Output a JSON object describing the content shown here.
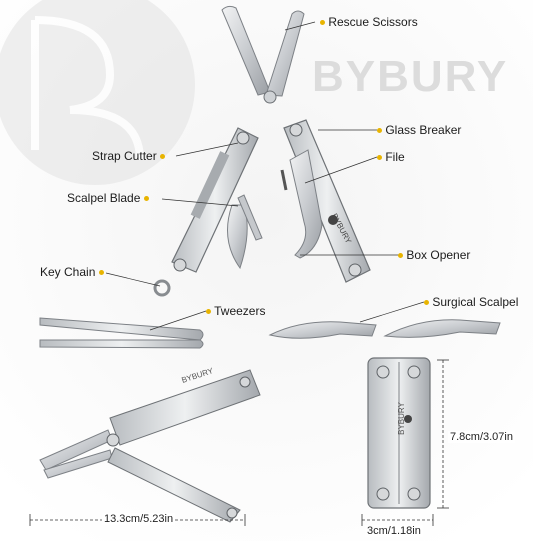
{
  "brand": {
    "wordmark": "BYBURY",
    "tool_wordmark": "BYBURY"
  },
  "labels": {
    "rescue_scissors": "Rescue Scissors",
    "glass_breaker": "Glass Breaker",
    "strap_cutter": "Strap Cutter",
    "file": "File",
    "scalpel_blade": "Scalpel Blade",
    "box_opener": "Box Opener",
    "key_chain": "Key Chain",
    "tweezers": "Tweezers",
    "surgical_scalpel": "Surgical Scalpel"
  },
  "dimensions": {
    "open_length": "13.3cm/5.23in",
    "closed_height": "7.8cm/3.07in",
    "closed_width": "3cm/1.18in"
  },
  "colors": {
    "accent_dot": "#e8b400",
    "steel_light": "#e4e6e8",
    "steel_dark": "#8e9296",
    "watermark": "#d9d9d9"
  }
}
